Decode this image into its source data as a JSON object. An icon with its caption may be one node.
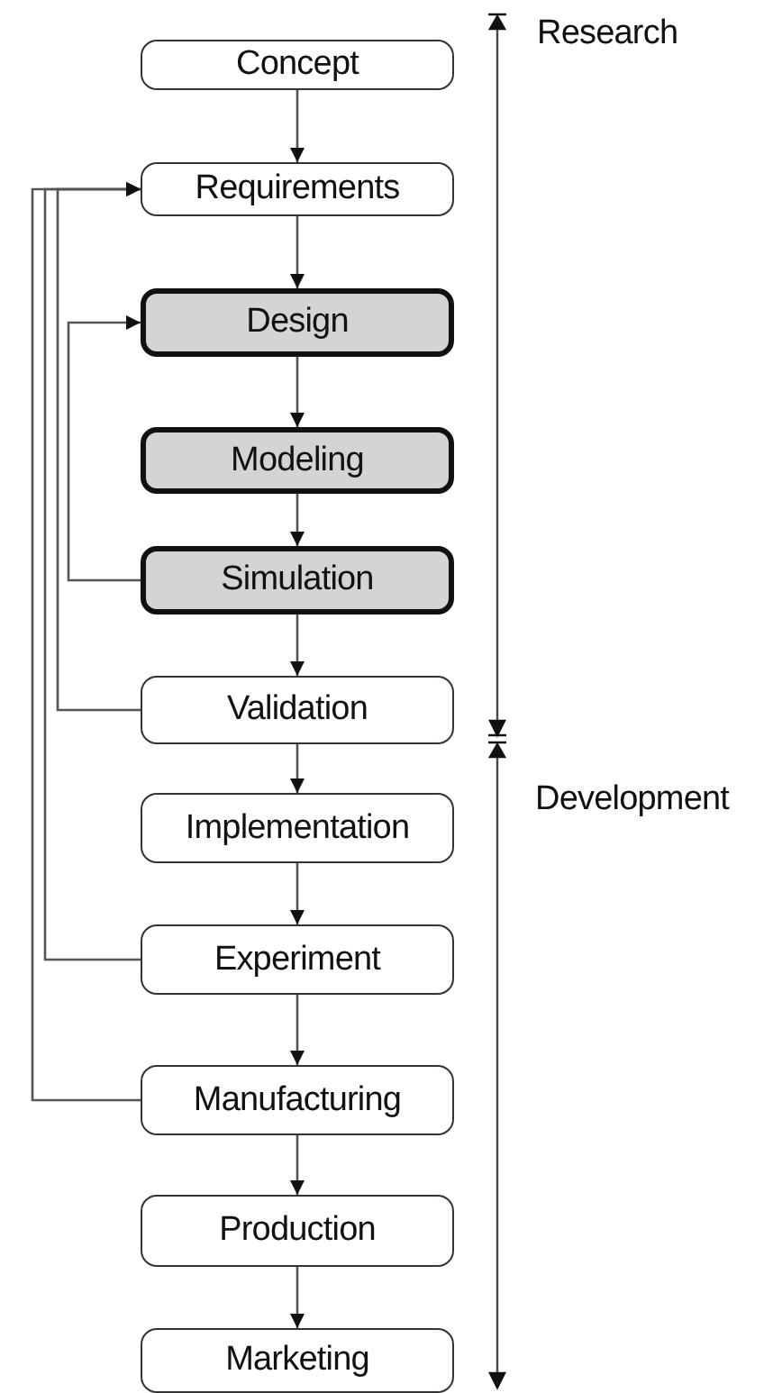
{
  "diagram": {
    "nodes": [
      {
        "text": [
          "Concept"
        ]
      },
      {
        "text": [
          "Requirements"
        ]
      },
      {
        "text": [
          "Design"
        ]
      },
      {
        "text": [
          "Modeling"
        ]
      },
      {
        "text": [
          "Simulation"
        ]
      },
      {
        "text": [
          "Validation"
        ]
      },
      {
        "text": [
          "Implementation"
        ]
      },
      {
        "text": [
          "Experiment"
        ]
      },
      {
        "text": [
          "Manufacturing"
        ]
      },
      {
        "text": [
          "Production"
        ]
      },
      {
        "text": [
          "Marketing"
        ]
      }
    ],
    "edges": [
      {
        "from": 0,
        "to": 1,
        "arrow": "to"
      },
      {
        "from": 1,
        "to": 2,
        "arrow": "to"
      },
      {
        "from": 2,
        "to": 3,
        "arrow": "to"
      },
      {
        "from": 3,
        "to": 4,
        "arrow": "to"
      },
      {
        "from": 4,
        "to": 5,
        "arrow": "to"
      },
      {
        "from": 5,
        "to": 6,
        "arrow": "to"
      },
      {
        "from": 6,
        "to": 7,
        "arrow": "to"
      },
      {
        "from": 7,
        "to": 8,
        "arrow": "to"
      },
      {
        "from": 8,
        "to": 9,
        "arrow": "to"
      },
      {
        "from": 9,
        "to": 10,
        "arrow": "to"
      },
      {
        "from": 4,
        "to": 2,
        "arrow": "to"
      },
      {
        "from": 5,
        "to": 1,
        "arrow": "to"
      },
      {
        "from": 7,
        "to": 1,
        "arrow": "to"
      },
      {
        "from": 8,
        "to": 1,
        "arrow": "to"
      }
    ],
    "labels": [
      "Research",
      "Development"
    ]
  }
}
